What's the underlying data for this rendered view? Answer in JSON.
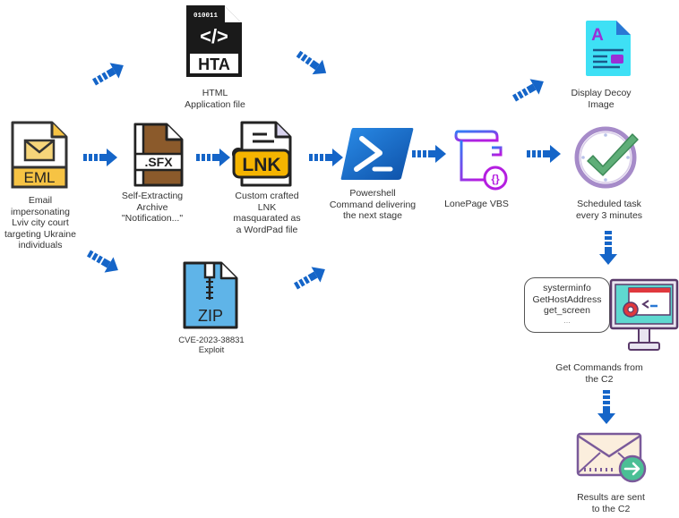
{
  "nodes": {
    "eml": {
      "badge": "EML",
      "label": [
        "Email",
        "impersonating",
        "Lviv city court",
        "targeting Ukraine",
        "individuals"
      ]
    },
    "hta": {
      "badge": "HTA",
      "bits": "010011",
      "code": "</>",
      "label": [
        "HTML",
        "Application file"
      ]
    },
    "sfx": {
      "badge": ".SFX",
      "label": [
        "Self-Extracting",
        "Archive",
        "\"Notification...\""
      ]
    },
    "lnk": {
      "badge": "LNK",
      "label": [
        "Custom crafted",
        "LNK",
        "masquarated as",
        "a WordPad file"
      ]
    },
    "zip": {
      "badge": "ZIP",
      "label": [
        "CVE-2023-38831",
        "Exploit"
      ]
    },
    "powershell": {
      "label": [
        "Powershell",
        "Command delivering",
        "the next stage"
      ]
    },
    "vbs": {
      "label": [
        "LonePage VBS"
      ]
    },
    "decoy": {
      "letter": "A",
      "label": [
        "Display Decoy",
        "Image"
      ]
    },
    "task": {
      "label": [
        "Scheduled task",
        "every 3 minutes"
      ]
    },
    "c2cmd": {
      "commands": [
        "systerminfo",
        "GetHostAddress",
        "get_screen",
        "..."
      ],
      "label": [
        "Get Commands from",
        "the C2"
      ]
    },
    "results": {
      "label": [
        "Results are sent",
        "to the C2"
      ]
    }
  },
  "colors": {
    "arrow": "#1565c8",
    "eml": "#f6c344",
    "sfx": "#8b5a2b",
    "lnk": "#f5b400",
    "zip": "#5fb4e8",
    "powershell": "#1769c4",
    "vbs_start": "#2f7df6",
    "vbs_end": "#b41ee0",
    "decoy": "#3ee0f5",
    "task_ring": "#a68bc9",
    "task_check": "#5fae78",
    "monitor_screen": "#5fd8d0",
    "gear": "#e0383e",
    "envelope": "#fbeedd",
    "send_badge": "#4bbf95"
  }
}
